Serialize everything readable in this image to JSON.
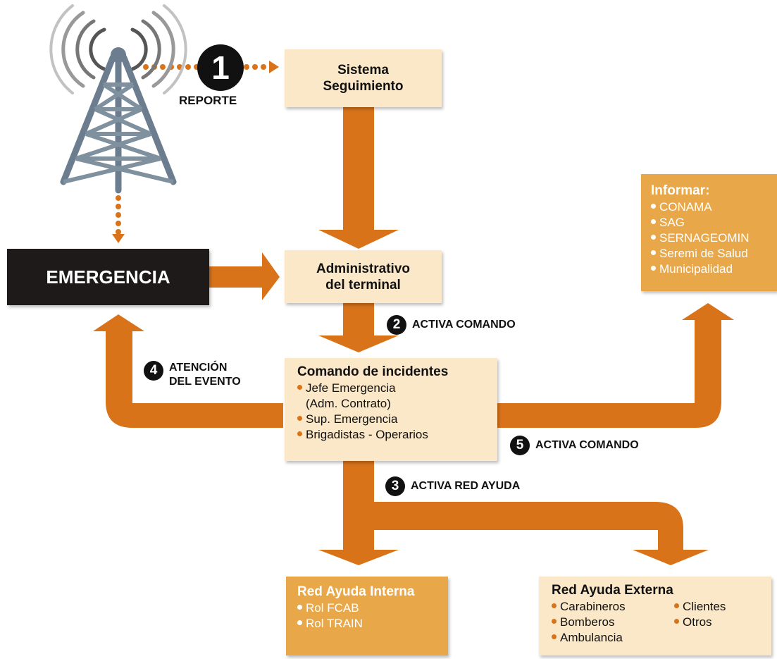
{
  "colors": {
    "arrow": "#d9731a",
    "light_box": "#fbe8c8",
    "dark_box": "#e8a84a",
    "black_box": "#1e1a1a",
    "tower": "#6b7d8e"
  },
  "icons": {
    "tower": "radio-tower-icon"
  },
  "report": {
    "number": "1",
    "label": "REPORTE"
  },
  "sistema": {
    "line1": "Sistema",
    "line2": "Seguimiento"
  },
  "emergencia": {
    "label": "EMERGENCIA"
  },
  "administrativo": {
    "line1": "Administrativo",
    "line2": "del terminal"
  },
  "informar": {
    "title": "Informar:",
    "items": [
      "CONAMA",
      "SAG",
      "SERNAGEOMIN",
      "Seremi de Salud",
      "Municipalidad"
    ]
  },
  "comando": {
    "title": "Comando de incidentes",
    "items": [
      "Jefe Emergencia",
      "(Adm. Contrato)",
      "Sup. Emergencia",
      "Brigadistas - Operarios"
    ]
  },
  "steps": {
    "s2": {
      "number": "2",
      "label": "ACTIVA COMANDO"
    },
    "s3": {
      "number": "3",
      "label": "ACTIVA RED AYUDA"
    },
    "s4": {
      "number": "4",
      "line1": "ATENCIÓN",
      "line2": "DEL EVENTO"
    },
    "s5": {
      "number": "5",
      "label": "ACTIVA COMANDO"
    }
  },
  "red_interna": {
    "title": "Red Ayuda Interna",
    "items": [
      "Rol FCAB",
      "Rol TRAIN"
    ]
  },
  "red_externa": {
    "title": "Red Ayuda Externa",
    "col1": [
      "Carabineros",
      "Bomberos",
      "Ambulancia"
    ],
    "col2": [
      "Clientes",
      "Otros"
    ]
  }
}
